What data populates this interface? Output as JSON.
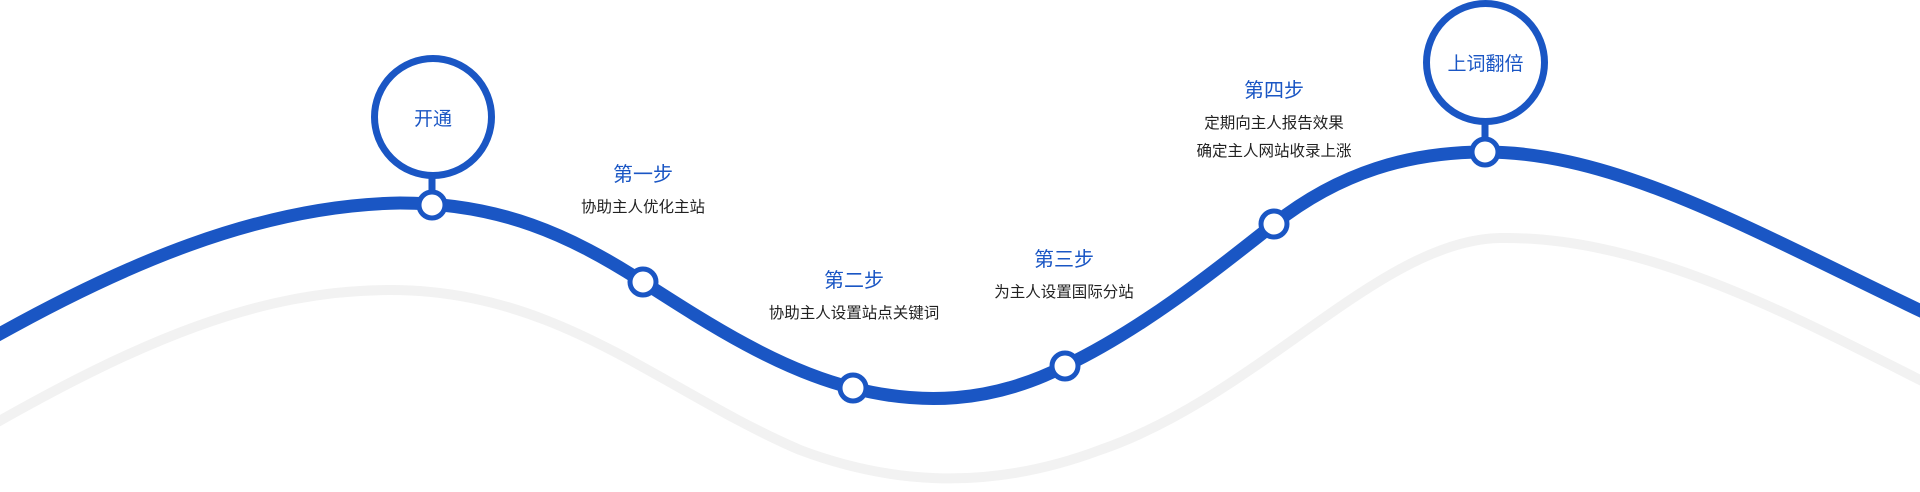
{
  "colors": {
    "accent": "#1a56c4",
    "shadow_wave": "#f2f2f2",
    "text": "#222222"
  },
  "start": {
    "label": "开通"
  },
  "end": {
    "label": "上词翻倍"
  },
  "steps": [
    {
      "title": "第一步",
      "lines": [
        "协助主人优化主站"
      ]
    },
    {
      "title": "第二步",
      "lines": [
        "协助主人设置站点关键词"
      ]
    },
    {
      "title": "第三步",
      "lines": [
        "为主人设置国际分站"
      ]
    },
    {
      "title": "第四步",
      "lines": [
        "定期向主人报告效果",
        "确定主人网站收录上涨"
      ]
    }
  ]
}
